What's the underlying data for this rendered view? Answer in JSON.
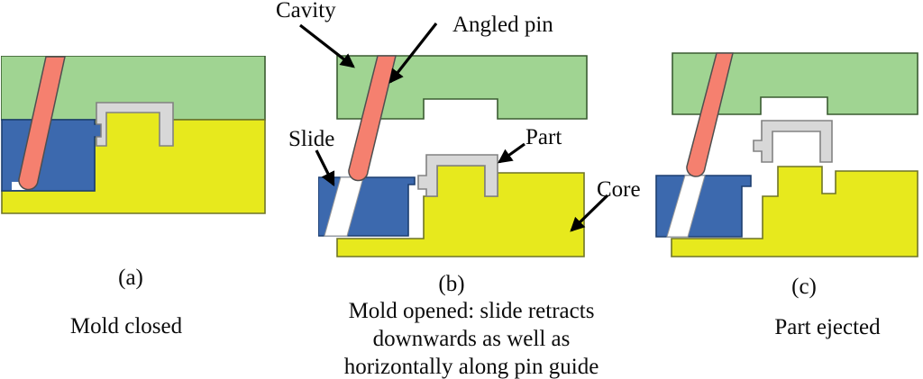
{
  "figure": {
    "labels": {
      "cavity": "Cavity",
      "angled_pin": "Angled pin",
      "slide": "Slide",
      "part": "Part",
      "core": "Core"
    },
    "panels": [
      {
        "tag": "(a)",
        "caption": "Mold closed"
      },
      {
        "tag": "(b)",
        "caption": "Mold opened: slide retracts\ndownwards as well as\nhorizontally along pin guide"
      },
      {
        "tag": "(c)",
        "caption": "Part ejected"
      }
    ]
  },
  "colors": {
    "cavity_green": "#a0d492",
    "cavity_border": "#3a5c31",
    "core_yellow": "#e7e91d",
    "core_border": "#6f7428",
    "slide_blue": "#3c69ae",
    "slide_border": "#1d3f70",
    "pin_salmon": "#f5806f",
    "pin_border": "#4f4f4f",
    "part_gray": "#d8d8d8",
    "part_border": "#828282"
  }
}
